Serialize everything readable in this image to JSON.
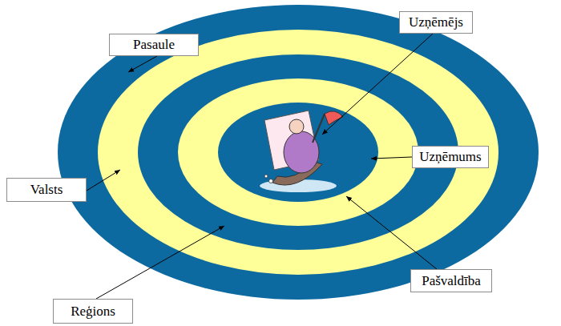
{
  "diagram": {
    "nodes": [
      {
        "text": [
          "Uzņēmējs"
        ]
      },
      {
        "text": [
          "Pasaule"
        ]
      },
      {
        "text": [
          "Uzņēmums"
        ]
      },
      {
        "text": [
          "Valsts"
        ]
      },
      {
        "text": [
          "Pašvaldība"
        ]
      },
      {
        "text": [
          "Reģions"
        ]
      }
    ]
  }
}
